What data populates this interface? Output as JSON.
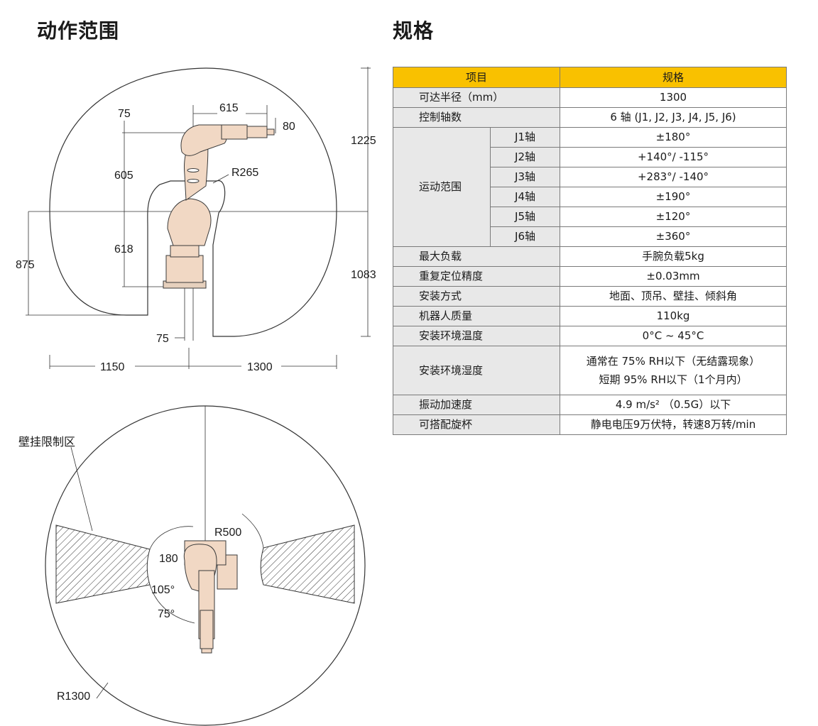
{
  "sections": {
    "range_title": "动作范围",
    "spec_title": "规格"
  },
  "side_view": {
    "dims": {
      "top_offset": "75",
      "arm_length": "615",
      "tool": "80",
      "upper": "605",
      "radius": "R265",
      "lower": "618",
      "left_height": "875",
      "total_height": "1225",
      "right_height": "1083",
      "base_offset": "75",
      "reach_left": "1150",
      "reach_right": "1300"
    }
  },
  "top_view": {
    "wall_zone_label": "壁挂限制区",
    "radius_small": "R500",
    "radius_large": "R1300",
    "angles": {
      "a180": "180",
      "a105": "105°",
      "a75": "75°"
    }
  },
  "spec_table": {
    "headers": {
      "item": "项目",
      "spec": "规格"
    },
    "reach": {
      "label": "可达半径（mm）",
      "value": "1300"
    },
    "axes": {
      "label": "控制轴数",
      "value": "6 轴 (J1, J2, J3, J4, J5, J6)"
    },
    "motion": {
      "label": "运动范围",
      "joints": [
        {
          "name": "J1轴",
          "value": "±180°"
        },
        {
          "name": "J2轴",
          "value": "+140°/ -115°"
        },
        {
          "name": "J3轴",
          "value": "+283°/ -140°"
        },
        {
          "name": "J4轴",
          "value": "±190°"
        },
        {
          "name": "J5轴",
          "value": "±120°"
        },
        {
          "name": "J6轴",
          "value": "±360°"
        }
      ]
    },
    "payload": {
      "label": "最大负载",
      "value": "手腕负载5kg"
    },
    "repeatability": {
      "label": "重复定位精度",
      "value": "±0.03mm"
    },
    "mounting": {
      "label": "安装方式",
      "value": "地面、顶吊、壁挂、倾斜角"
    },
    "mass": {
      "label": "机器人质量",
      "value": "110kg"
    },
    "temperature": {
      "label": "安装环境温度",
      "value": "0°C ~ 45°C"
    },
    "humidity": {
      "label": "安装环境湿度",
      "line1": "通常在 75% RH以下（无结露现象）",
      "line2": "短期 95% RH以下（1个月内）"
    },
    "vibration": {
      "label": "振动加速度",
      "value": "4.9 m/s² （0.5G）以下"
    },
    "bell_cup": {
      "label": "可搭配旋杯",
      "value": "静电电压9万伏特，转速8万转/min"
    }
  },
  "colors": {
    "header_bg": "#f9c100",
    "label_bg": "#e8e8e8",
    "grid_line": "#7a7a7a",
    "robot_fill": "#f1d8c4",
    "robot_stroke": "#3a3a3a"
  }
}
